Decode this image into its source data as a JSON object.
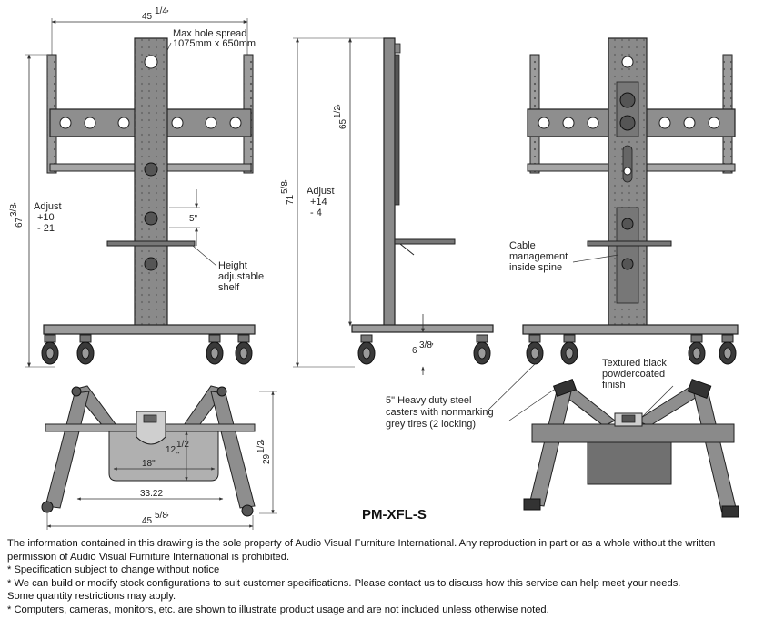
{
  "front_view": {
    "width_whole": "45",
    "width_frac": "1/4",
    "width_unit": "\"",
    "max_hole_title": "Max hole spread",
    "max_hole_value": "1075mm x 650mm",
    "height_whole": "67",
    "height_frac": "3/8",
    "height_unit": "\"",
    "adjust_title": "Adjust",
    "adjust_up": "+10",
    "adjust_down": "- 21",
    "slot_spacing": "5\"",
    "shelf_label_1": "Height",
    "shelf_label_2": "adjustable",
    "shelf_label_3": "shelf"
  },
  "side_view": {
    "upper_whole": "65",
    "upper_frac": "1/2",
    "upper_unit": "\"",
    "total_whole": "71",
    "total_frac": "5/8",
    "total_unit": "\"",
    "adjust_title": "Adjust",
    "adjust_up": "+14",
    "adjust_down": "- 4",
    "base_whole": "6",
    "base_frac": "3/8",
    "base_unit": "\""
  },
  "rear_view": {
    "cable_label_1": "Cable",
    "cable_label_2": "management",
    "cable_label_3": "inside spine"
  },
  "top_view": {
    "depth_whole": "12",
    "depth_frac": "1/2",
    "depth_unit": "\"",
    "shelf_width": "18\"",
    "inner_width": "33.22",
    "outer_whole": "45",
    "outer_frac": "5/8",
    "outer_unit": "\"",
    "total_depth_whole": "29",
    "total_depth_frac": "1/2",
    "total_depth_unit": "\""
  },
  "callouts": {
    "casters_1": "5\" Heavy duty steel",
    "casters_2": "casters with nonmarking",
    "casters_3": "grey tires (2 locking)",
    "finish_1": "Textured black",
    "finish_2": "powdercoated",
    "finish_3": "finish"
  },
  "model_number": "PM-XFL-S",
  "notes": [
    "The information contained in this drawing is the sole property of Audio Visual Furniture International. Any reproduction in part or as a whole without the written permission of Audio Visual Furniture International is prohibited.",
    "* Specification subject to change without notice",
    "* We can build or modify stock configurations to suit customer specifications. Please contact us to discuss how this service can help meet your needs.",
    "Some quantity restrictions may apply.",
    "* Computers, cameras, monitors, etc. are shown to illustrate product usage and are not included unless otherwise noted."
  ]
}
